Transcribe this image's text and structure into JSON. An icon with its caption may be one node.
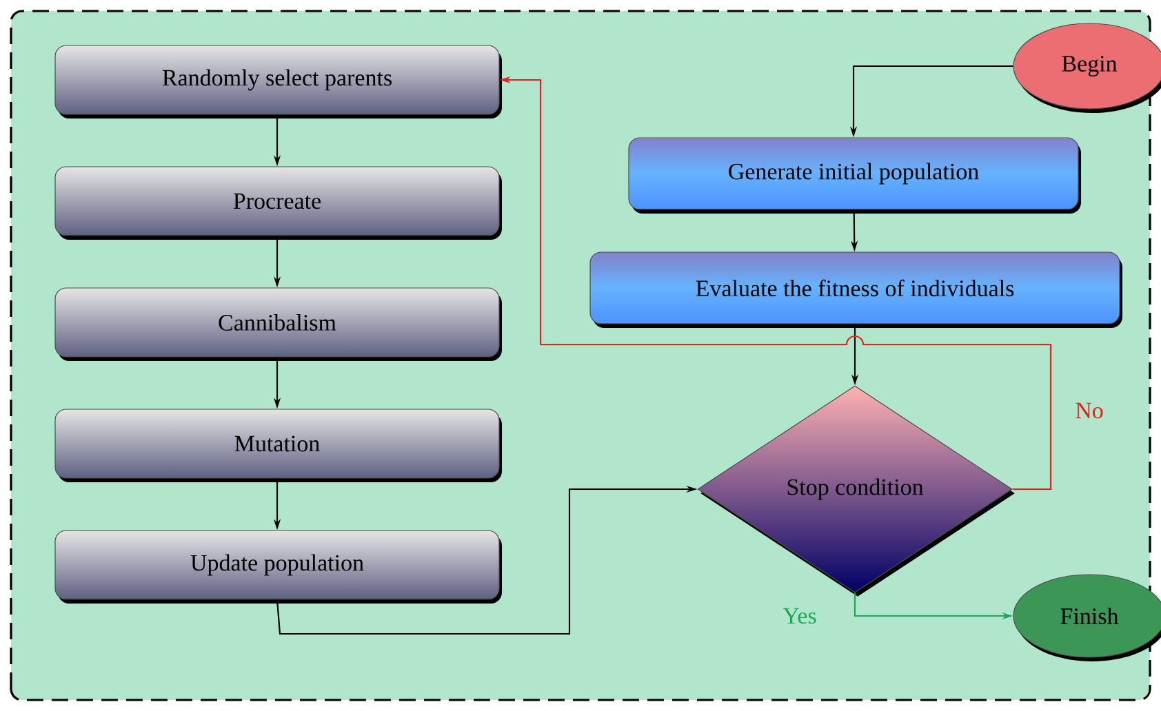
{
  "diagram": {
    "nodes": [
      {
        "text": [
          "Randomly select parents"
        ]
      },
      {
        "text": [
          "Procreate"
        ]
      },
      {
        "text": [
          "Cannibalism"
        ]
      },
      {
        "text": [
          "Mutation"
        ]
      },
      {
        "text": [
          "Update population"
        ]
      },
      {
        "text": [
          "Begin"
        ]
      },
      {
        "text": [
          "Generate initial population"
        ]
      },
      {
        "text": [
          "Evaluate the fitness of individuals"
        ]
      },
      {
        "text": [
          "Stop condition"
        ]
      },
      {
        "text": [
          "Finish"
        ]
      }
    ],
    "edges": [
      {
        "from": 0,
        "to": 1,
        "arrow": "to"
      },
      {
        "from": 1,
        "to": 2,
        "arrow": "to"
      },
      {
        "from": 2,
        "to": 3,
        "arrow": "to"
      },
      {
        "from": 3,
        "to": 4,
        "arrow": "to"
      },
      {
        "from": 4,
        "to": 8,
        "arrow": "to"
      },
      {
        "from": 5,
        "to": 6,
        "arrow": "to"
      },
      {
        "from": 6,
        "to": 7,
        "arrow": "to"
      },
      {
        "from": 7,
        "to": 8,
        "arrow": "to"
      },
      {
        "from": 8,
        "to": 0,
        "arrow": "to",
        "label": "No",
        "color": "#e8211f"
      },
      {
        "from": 8,
        "to": 9,
        "arrow": "to",
        "label": "Yes",
        "color": "#1aaa55"
      }
    ]
  }
}
